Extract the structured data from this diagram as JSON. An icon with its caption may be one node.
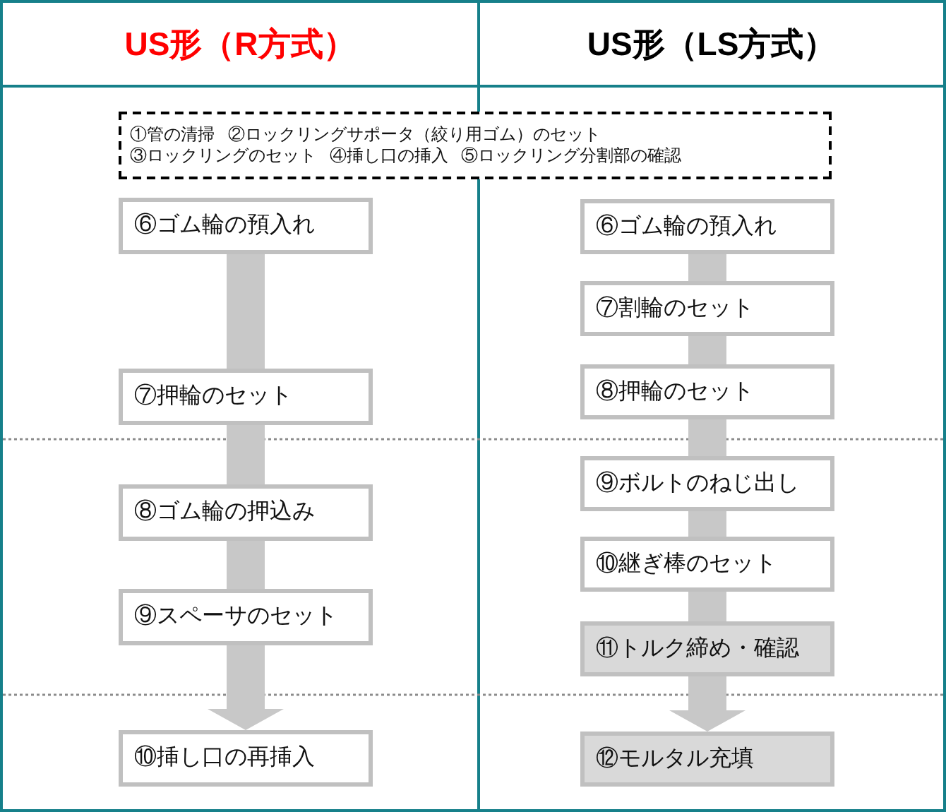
{
  "diagram": {
    "nodes": [
      {
        "text": [
          "US形（R方式）"
        ]
      },
      {
        "text": [
          "US形（LS方式）"
        ]
      },
      {
        "text": [
          "①管の清掃 ②ロックリングサポータ（絞り用ゴム）のセット ③ロックリングのセット ④挿し口の挿入 ⑤ロックリング分割部の確認"
        ]
      },
      {
        "text": [
          "⑥ゴム輪の預入れ"
        ],
        "in": 0
      },
      {
        "text": [
          "⑦押輪のセット"
        ],
        "in": 0
      },
      {
        "text": [
          "⑧ゴム輪の押込み"
        ],
        "in": 0
      },
      {
        "text": [
          "⑨スペーサのセット"
        ],
        "in": 0
      },
      {
        "text": [
          "⑩挿し口の再挿入"
        ],
        "in": 0
      },
      {
        "text": [
          "⑥ゴム輪の預入れ"
        ],
        "in": 1
      },
      {
        "text": [
          "⑦割輪のセット"
        ],
        "in": 1
      },
      {
        "text": [
          "⑧押輪のセット"
        ],
        "in": 1
      },
      {
        "text": [
          "⑨ボルトのねじ出し"
        ],
        "in": 1
      },
      {
        "text": [
          "⑩継ぎ棒のセット"
        ],
        "in": 1
      },
      {
        "text": [
          "⑪トルク締め・確認"
        ],
        "in": 1
      },
      {
        "text": [
          "⑫モルタル充填"
        ],
        "in": 1
      }
    ],
    "edges": [
      {
        "from": 3,
        "to": 4,
        "arrow": "none"
      },
      {
        "from": 4,
        "to": 5,
        "arrow": "none"
      },
      {
        "from": 5,
        "to": 6,
        "arrow": "none"
      },
      {
        "from": 6,
        "to": 7,
        "arrow": "to"
      },
      {
        "from": 8,
        "to": 9,
        "arrow": "none"
      },
      {
        "from": 9,
        "to": 10,
        "arrow": "none"
      },
      {
        "from": 10,
        "to": 11,
        "arrow": "none"
      },
      {
        "from": 11,
        "to": 12,
        "arrow": "none"
      },
      {
        "from": 12,
        "to": 13,
        "arrow": "none"
      },
      {
        "from": 13,
        "to": 14,
        "arrow": "to"
      }
    ]
  }
}
